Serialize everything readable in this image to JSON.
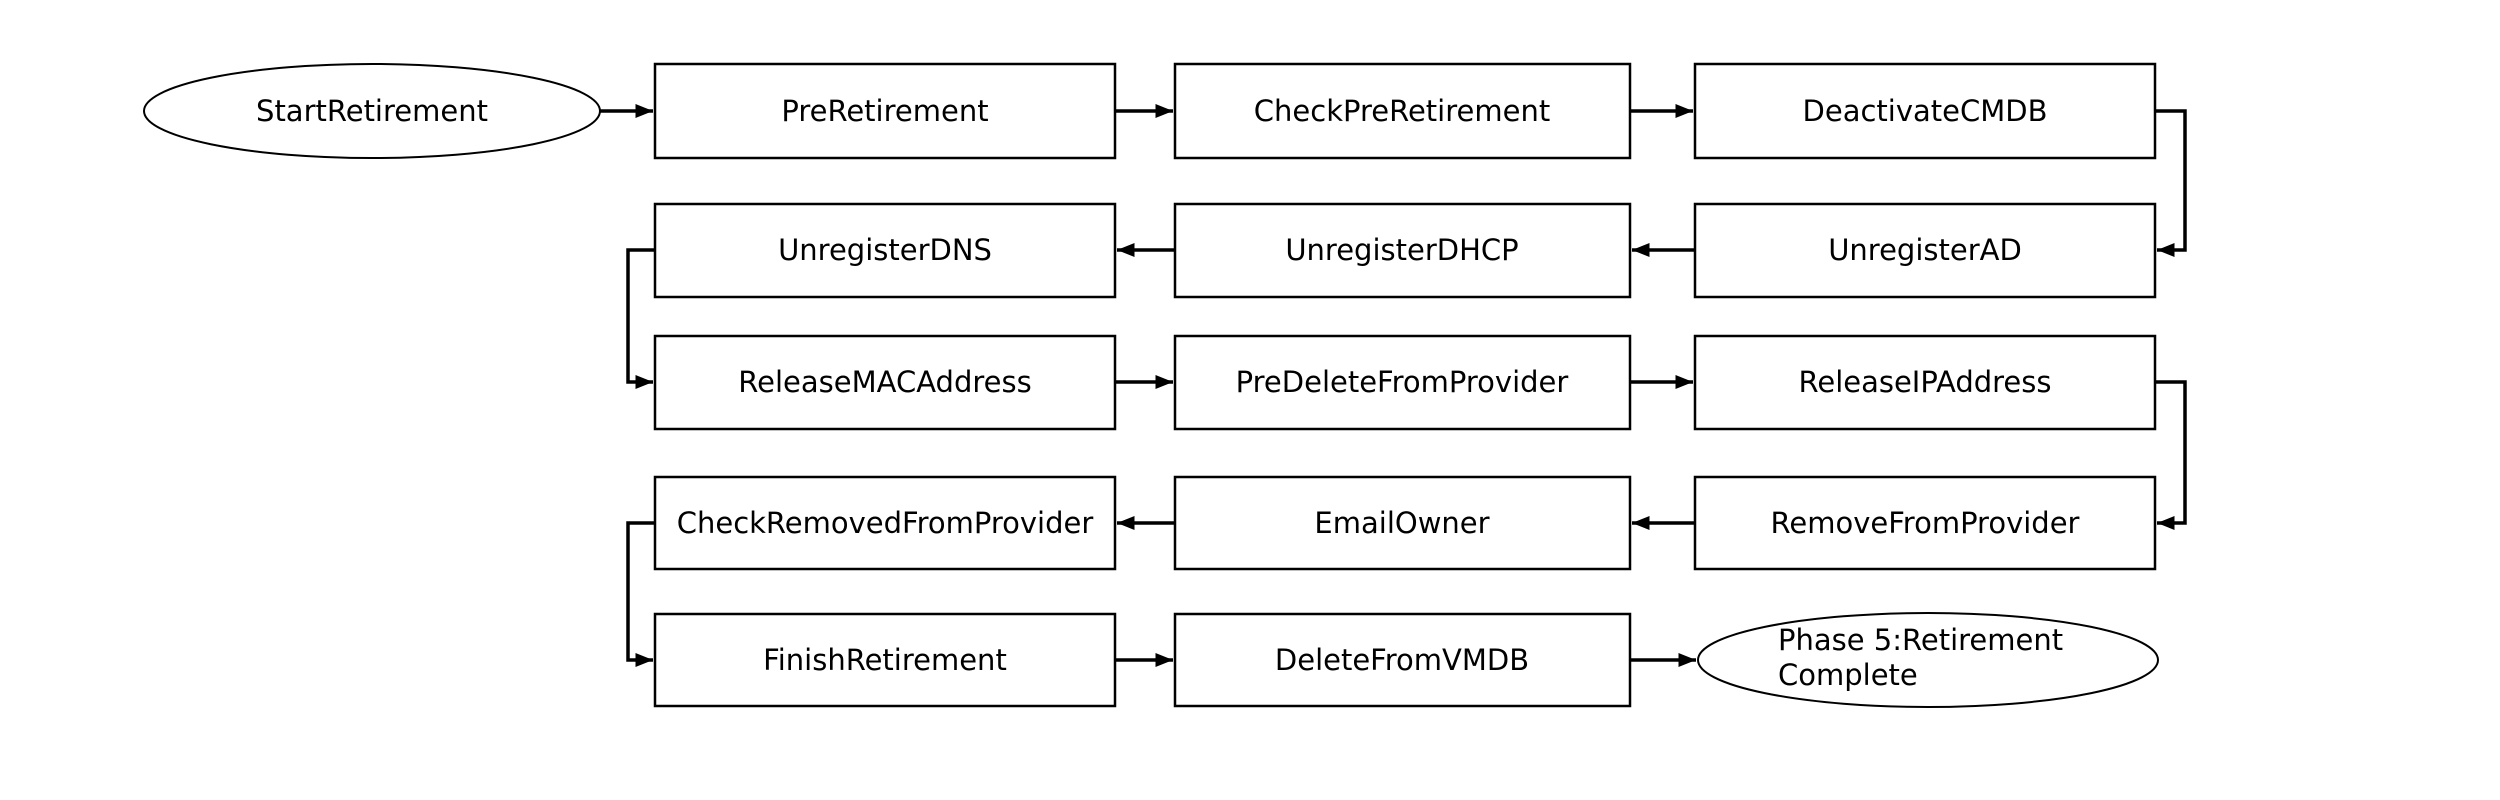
{
  "diagram": {
    "type": "flowchart",
    "background_color": "#ffffff",
    "node_fill_color": "#ffffff",
    "line_color": "#000000",
    "text_color": "#000000",
    "nodes": [
      {
        "id": "start",
        "label": "StartRetirement",
        "shape": "ellipse"
      },
      {
        "id": "pre-retirement",
        "label": "PreRetirement",
        "shape": "rect"
      },
      {
        "id": "check-pre-retirement",
        "label": "CheckPreRetirement",
        "shape": "rect"
      },
      {
        "id": "deactivate-cmdb",
        "label": "DeactivateCMDB",
        "shape": "rect"
      },
      {
        "id": "unregister-dns",
        "label": "UnregisterDNS",
        "shape": "rect"
      },
      {
        "id": "unregister-dhcp",
        "label": "UnregisterDHCP",
        "shape": "rect"
      },
      {
        "id": "unregister-ad",
        "label": "UnregisterAD",
        "shape": "rect"
      },
      {
        "id": "release-mac-address",
        "label": "ReleaseMACAddress",
        "shape": "rect"
      },
      {
        "id": "pre-delete-from-provider",
        "label": "PreDeleteFromProvider",
        "shape": "rect"
      },
      {
        "id": "release-ip-address",
        "label": "ReleaseIPAddress",
        "shape": "rect"
      },
      {
        "id": "check-removed-from-provider",
        "label": "CheckRemovedFromProvider",
        "shape": "rect"
      },
      {
        "id": "email-owner",
        "label": "EmailOwner",
        "shape": "rect"
      },
      {
        "id": "remove-from-provider",
        "label": "RemoveFromProvider",
        "shape": "rect"
      },
      {
        "id": "finish-retirement",
        "label": "FinishRetirement",
        "shape": "rect"
      },
      {
        "id": "delete-from-vmdb",
        "label": "DeleteFromVMDB",
        "shape": "rect"
      },
      {
        "id": "complete",
        "label": "Phase 5:Retirement Complete",
        "shape": "ellipse",
        "lines": [
          "Phase 5:Retirement",
          "Complete"
        ]
      }
    ],
    "edges": [
      {
        "from": "StartRetirement",
        "to": "PreRetirement"
      },
      {
        "from": "PreRetirement",
        "to": "CheckPreRetirement"
      },
      {
        "from": "CheckPreRetirement",
        "to": "DeactivateCMDB"
      },
      {
        "from": "DeactivateCMDB",
        "to": "UnregisterAD"
      },
      {
        "from": "UnregisterAD",
        "to": "UnregisterDHCP"
      },
      {
        "from": "UnregisterDHCP",
        "to": "UnregisterDNS"
      },
      {
        "from": "UnregisterDNS",
        "to": "ReleaseMACAddress"
      },
      {
        "from": "ReleaseMACAddress",
        "to": "PreDeleteFromProvider"
      },
      {
        "from": "PreDeleteFromProvider",
        "to": "ReleaseIPAddress"
      },
      {
        "from": "ReleaseIPAddress",
        "to": "RemoveFromProvider"
      },
      {
        "from": "RemoveFromProvider",
        "to": "EmailOwner"
      },
      {
        "from": "EmailOwner",
        "to": "CheckRemovedFromProvider"
      },
      {
        "from": "CheckRemovedFromProvider",
        "to": "FinishRetirement"
      },
      {
        "from": "FinishRetirement",
        "to": "DeleteFromVMDB"
      },
      {
        "from": "DeleteFromVMDB",
        "to": "Phase 5:Retirement Complete"
      }
    ]
  }
}
